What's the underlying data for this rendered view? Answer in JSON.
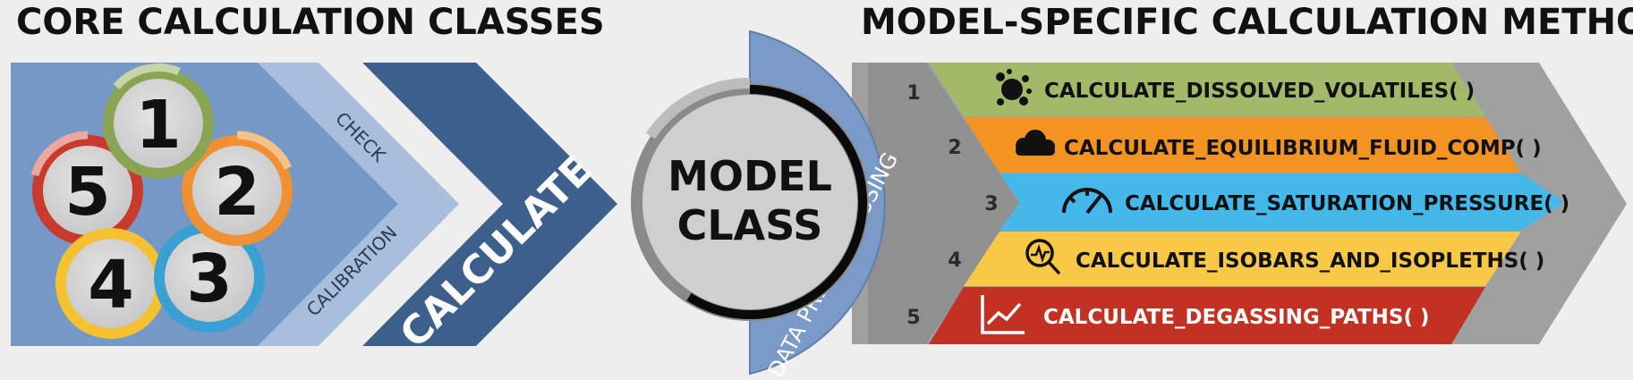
{
  "left_title": "CORE CALCULATION CLASSES",
  "right_title": "MODEL-SPECIFIC CALCULATION METHODS",
  "circles": [
    {
      "num": "1",
      "color": "#8aa453"
    },
    {
      "num": "2",
      "color": "#ef9033"
    },
    {
      "num": "3",
      "color": "#3a9fd3"
    },
    {
      "num": "4",
      "color": "#f4c231"
    },
    {
      "num": "5",
      "color": "#c9392c"
    }
  ],
  "check_label": "CHECK",
  "calibration_label": "CALIBRATION",
  "calculate_label": "CALCULATE",
  "model_line1": "MODEL",
  "model_line2": "CLASS",
  "preprocessing_label": "DATA PRE-PROCESSING",
  "methods": [
    {
      "num": "1",
      "label": "CALCULATE_DISSOLVED_VOLATILES( )",
      "color": "#a2b96a",
      "text_color": "#111111",
      "icon": "splash-icon"
    },
    {
      "num": "2",
      "label": "CALCULATE_EQUILIBRIUM_FLUID_COMP( )",
      "color": "#f39322",
      "text_color": "#111111",
      "icon": "cloud-icon"
    },
    {
      "num": "3",
      "label": "CALCULATE_SATURATION_PRESSURE( )",
      "color": "#45b8ea",
      "text_color": "#111111",
      "icon": "gauge-icon"
    },
    {
      "num": "4",
      "label": "CALCULATE_ISOBARS_AND_ISOPLETHS( )",
      "color": "#f8c946",
      "text_color": "#111111",
      "icon": "search-chart-icon"
    },
    {
      "num": "5",
      "label": "CALCULATE_DEGASSING_PATHS( )",
      "color": "#c23121",
      "text_color": "#ffffff",
      "icon": "line-chart-icon"
    }
  ]
}
